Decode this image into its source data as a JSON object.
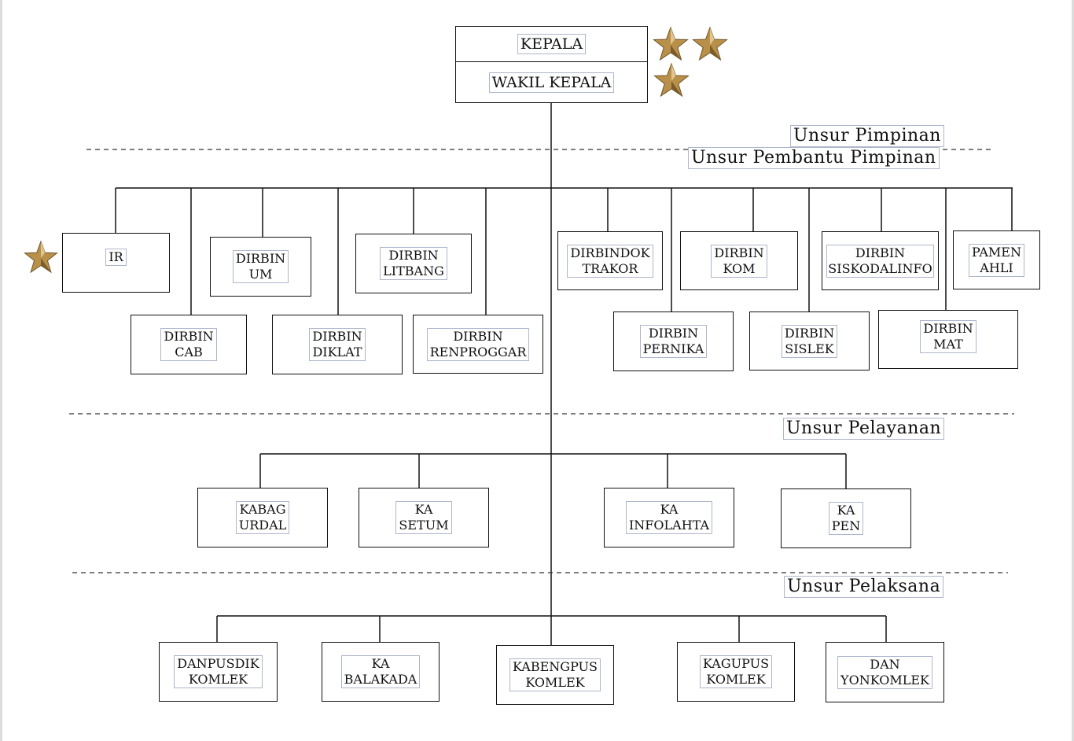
{
  "leadership": {
    "head": "KEPALA",
    "deputy": "WAKIL KEPALA"
  },
  "sections": {
    "pimpinan": "Unsur Pimpinan",
    "pembantu_pimpinan": "Unsur Pembantu Pimpinan",
    "pelayanan": "Unsur Pelayanan",
    "pelaksana": "Unsur Pelaksana"
  },
  "pembantu_top": [
    {
      "line1": "IR",
      "line2": ""
    },
    {
      "line1": "DIRBIN",
      "line2": "UM"
    },
    {
      "line1": "DIRBIN",
      "line2": "LITBANG"
    },
    {
      "line1": "DIRBINDOK",
      "line2": "TRAKOR"
    },
    {
      "line1": "DIRBIN",
      "line2": "KOM"
    },
    {
      "line1": "DIRBIN",
      "line2": "SISKODALINFO"
    },
    {
      "line1": "PAMEN",
      "line2": "AHLI"
    }
  ],
  "pembantu_bottom": [
    {
      "line1": "DIRBIN",
      "line2": "CAB"
    },
    {
      "line1": "DIRBIN",
      "line2": "DIKLAT"
    },
    {
      "line1": "DIRBIN",
      "line2": "RENPROGGAR"
    },
    {
      "line1": "DIRBIN",
      "line2": "PERNIKA"
    },
    {
      "line1": "DIRBIN",
      "line2": "SISLEK"
    },
    {
      "line1": "DIRBIN",
      "line2": "MAT"
    }
  ],
  "pelayanan": [
    {
      "line1": "KABAG",
      "line2": "URDAL"
    },
    {
      "line1": "KA",
      "line2": "SETUM"
    },
    {
      "line1": "KA",
      "line2": "INFOLAHTA"
    },
    {
      "line1": "KA",
      "line2": "PEN"
    }
  ],
  "pelaksana": [
    {
      "line1": "DANPUSDIK",
      "line2": "KOMLEK"
    },
    {
      "line1": "KA",
      "line2": "BALAKADA"
    },
    {
      "line1": "KABENGPUS",
      "line2": "KOMLEK"
    },
    {
      "line1": "KAGUPUS",
      "line2": "KOMLEK"
    },
    {
      "line1": "DAN",
      "line2": "YONKOMLEK"
    }
  ],
  "colors": {
    "star_gold": "#b8904a",
    "star_shadow": "#6e5226",
    "line": "#111111",
    "label_border": "#aeb6cc"
  },
  "icons": [
    "star-icon"
  ]
}
